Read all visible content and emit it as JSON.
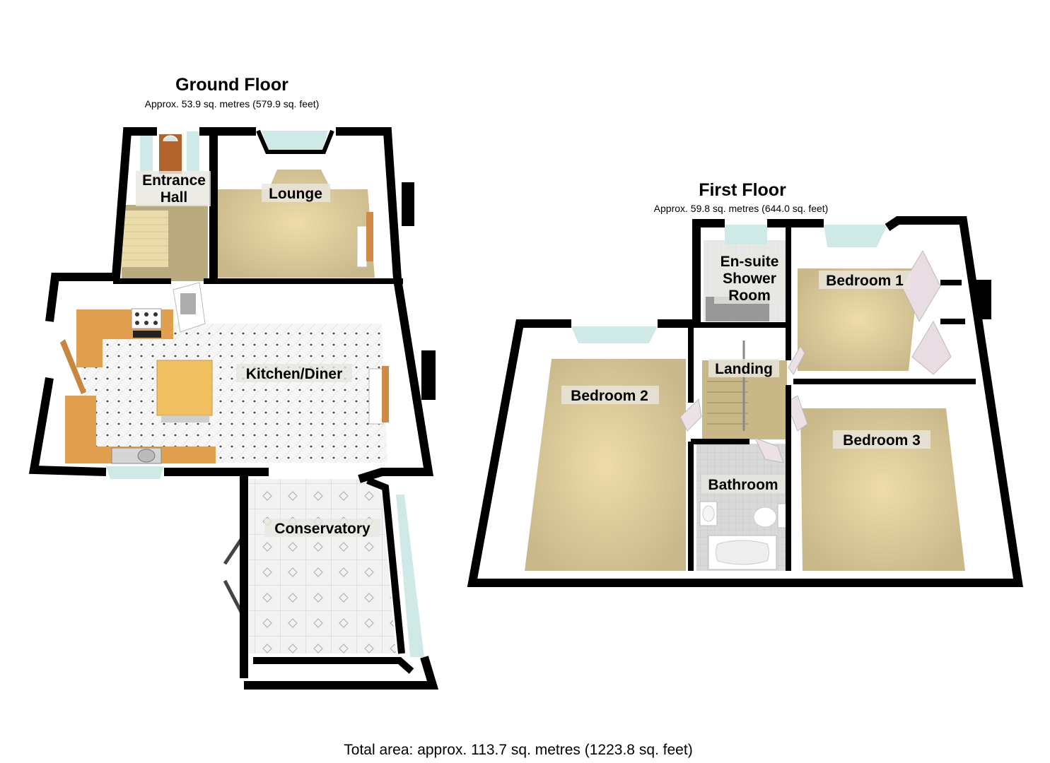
{
  "ground_floor": {
    "title": "Ground Floor",
    "area": "Approx. 53.9 sq. metres (579.9 sq. feet)",
    "rooms": [
      {
        "name": "Entrance Hall",
        "lines": [
          "Entrance",
          "Hall"
        ],
        "floor": "carpet"
      },
      {
        "name": "Lounge",
        "lines": [
          "Lounge"
        ],
        "floor": "carpet"
      },
      {
        "name": "Kitchen/Diner",
        "lines": [
          "Kitchen/Diner"
        ],
        "floor": "dotted-tile"
      },
      {
        "name": "Conservatory",
        "lines": [
          "Conservatory"
        ],
        "floor": "diamond-tile"
      }
    ]
  },
  "first_floor": {
    "title": "First Floor",
    "area": "Approx. 59.8 sq. metres (644.0 sq. feet)",
    "rooms": [
      {
        "name": "En-suite Shower Room",
        "lines": [
          "En-suite",
          "Shower",
          "Room"
        ],
        "floor": "tile"
      },
      {
        "name": "Bedroom 1",
        "lines": [
          "Bedroom 1"
        ],
        "floor": "carpet"
      },
      {
        "name": "Bedroom 2",
        "lines": [
          "Bedroom 2"
        ],
        "floor": "carpet"
      },
      {
        "name": "Landing",
        "lines": [
          "Landing"
        ],
        "floor": "carpet"
      },
      {
        "name": "Bathroom",
        "lines": [
          "Bathroom"
        ],
        "floor": "tile"
      },
      {
        "name": "Bedroom 3",
        "lines": [
          "Bedroom 3"
        ],
        "floor": "carpet"
      }
    ]
  },
  "total_area": "Total area: approx. 113.7 sq. metres (1223.8 sq. feet)",
  "colors": {
    "wall": "#000000",
    "carpet": "#d8c79a",
    "tile": "#f4f4f4",
    "worktop": "#e0a050",
    "glass": "#cfe9e6",
    "inner_wall": "#ffffff"
  }
}
